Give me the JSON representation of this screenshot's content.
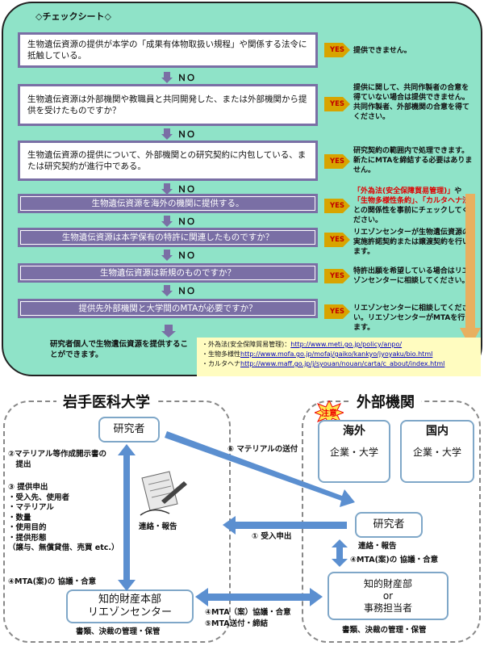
{
  "checksheet": {
    "title": "◇チェックシート◇",
    "no_label": "ＮＯ",
    "yes_label": "YES",
    "questions": [
      "生物遺伝資源の提供が本学の「成果有体物取扱い規程」や関係する法令に抵触している。",
      "生物遺伝資源は外部機関や教職員と共同開発した、または外部機関から提供を受けたものですか？",
      "生物遺伝資源の提供について、外部機関との研究契約に内包している、または研究契約が進行中である。",
      "生物遺伝資源を海外の機関に提供する。",
      "生物遺伝資源は本学保有の特許に関連したものですか？",
      "生物遺伝資源は新規のものですか？",
      "提供先外部機関と大学間のMTAが必要ですか？"
    ],
    "answers": [
      "提供できません。",
      "提供に関して、共同作製者の合意を得ていない場合は提供できません。共同作製者、外部機関の合意を得てください。",
      "研究契約の範囲内で処理できます。新たにMTAを締結する必要はありません。",
      "",
      "リエゾンセンターが生物遺伝資源の実施許諾契約または譲渡契約を行います。",
      "特許出願を希望している場合はリエゾンセンターに相談してください。",
      "リエゾンセンターに相談してください。リエゾンセンターがMTAを行います。"
    ],
    "answer4_red1": "「外為法(安全保障貿易管理)」",
    "answer4_mid1": "や",
    "answer4_red2": "「生物多様性条約」、「カルタヘナ法」",
    "answer4_tail": "との関係性を事前にチェックしてください。",
    "final_text": "研究者個人で生物遺伝資源を提供することができます。",
    "links": [
      {
        "label": "・外為法(安全保障貿易管理)：",
        "url": "http://www.meti.go.jp/policy/anpo/"
      },
      {
        "label": "・生物多様性",
        "url": "http://www.mofa.go.jp/mofaj/gaiko/kankyo/jyoyaku/bio.html"
      },
      {
        "label": "・カルタヘナ",
        "url": "http://www.maff.go.jp/j/syouan/nouan/carta/c_about/index.html"
      }
    ]
  },
  "flow": {
    "left_title": "岩手医科大学",
    "right_title": "外部機関",
    "caution": "注意",
    "researcher_left": "研究者",
    "liaison": "知的財産本部\nリエゾンセンター",
    "liaison_note": "書類、決裁の管理・保管",
    "overseas_title": "海外",
    "domestic_title": "国内",
    "company_univ": "企業・大学",
    "researcher_right": "研究者",
    "ext_office": "知的財産部\nor\n事務担当者",
    "ext_office_note": "書類、決裁の管理・保管",
    "step2": "②マテリアル等作成開示書の\n　提出",
    "step3": "③ 提供申出\n・受入先、使用者\n・マテリアル\n・数量\n・使用目的\n・提供形態\n（譲与、無償貸借、売買 etc.）",
    "step4_left": "④MTA(案)の 協議・合意",
    "contact": "連絡・報告",
    "step1": "① 受入申出",
    "step6": "⑥ マテリアルの送付",
    "contact_right": "連絡・報告",
    "step4_right": "④MTA(案)の 協議・合意",
    "step4_bottom": "④MTA（案）協議・合意",
    "step5": "⑤MTA送付・締結"
  }
}
